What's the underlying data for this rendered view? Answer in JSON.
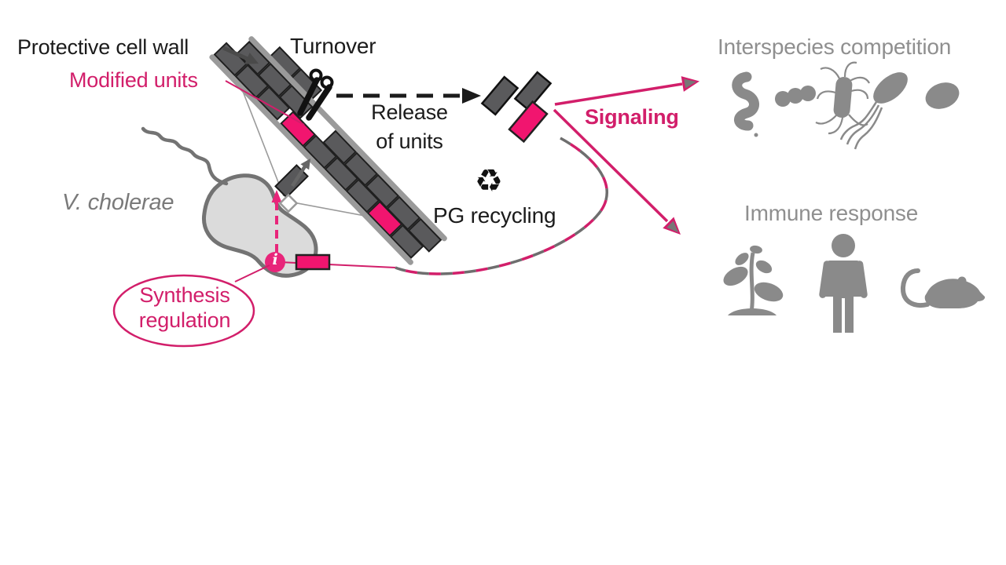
{
  "figure": {
    "labels": {
      "protective_cell_wall": "Protective cell wall",
      "modified_units": "Modified units",
      "turnover": "Turnover",
      "release_line1": "Release",
      "release_line2": "of units",
      "pg_recycling": "PG recycling",
      "signaling": "Signaling",
      "interspecies_competition": "Interspecies competition",
      "immune_response": "Immune response",
      "organism": "V. cholerae",
      "synthesis_line1": "Synthesis",
      "synthesis_line2": "regulation",
      "regulation_node": "i"
    },
    "glyphs": {
      "recycle": "♻"
    },
    "colors": {
      "pink_accent": "#d21e6a",
      "pink_unit": "#f1156f",
      "black_ink": "#1b1b1b",
      "gray_heading": "#8f8f8f",
      "gray_icon": "#8a8a8a",
      "brick_gray": "#5a5a5c",
      "membrane_gray": "#9a9a9a",
      "cell_fill": "#dbdbdb",
      "cell_outline": "#737373"
    },
    "icon_names": [
      "scissors-icon",
      "recycle-icon",
      "spirillum-bacterium-icon",
      "cocci-chain-icon",
      "peritrichous-rod-icon",
      "flagellated-vibrio-icon",
      "coccus-icon",
      "plant-icon",
      "human-icon",
      "mouse-icon"
    ]
  }
}
